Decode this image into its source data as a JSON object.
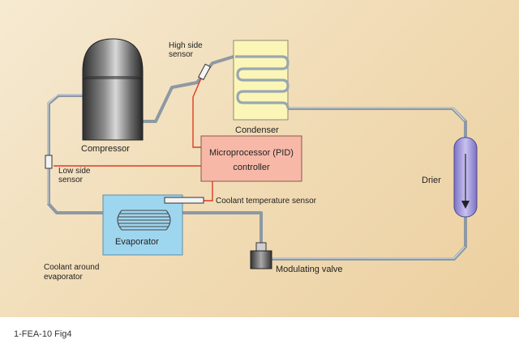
{
  "labels": {
    "high_side_sensor": [
      "High side",
      "sensor"
    ],
    "condenser": "Condenser",
    "compressor": "Compressor",
    "controller": [
      "Microprocessor (PID)",
      "controller"
    ],
    "low_side_sensor": [
      "Low side",
      "sensor"
    ],
    "drier": "Drier",
    "coolant_temperature_sensor": "Coolant temperature sensor",
    "evaporator": "Evaporator",
    "coolant_around_evaporator": [
      "Coolant around",
      "evaporator"
    ],
    "modulating_valve": "Modulating valve"
  },
  "caption": "1-FEA-10 Fig4",
  "colors": {
    "pipe": "#9aa7b0",
    "signal_wire": "#e03a22",
    "condenser_fill": "#fbf6b8",
    "controller_fill": "#f7b8a8",
    "evaporator_fill": "#9fd6ef",
    "drier_fill": "#a9a0dd"
  }
}
